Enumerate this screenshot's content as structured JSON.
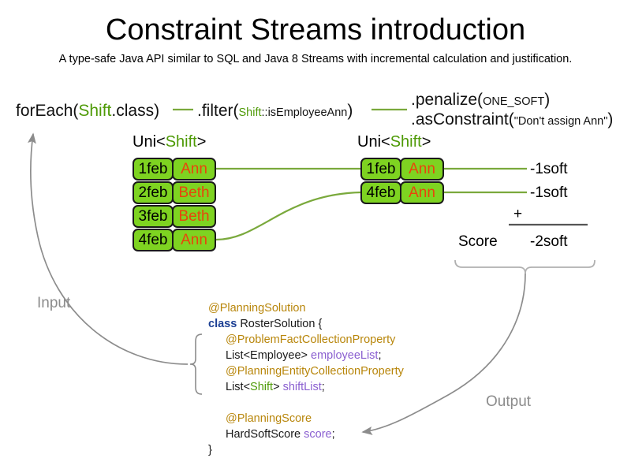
{
  "header": {
    "title": "Constraint Streams introduction",
    "subtitle": "A type-safe Java API similar to SQL and Java 8 Streams with incremental calculation and justification."
  },
  "pipeline": {
    "foreach": {
      "prefix": "forEach(",
      "type": "Shift",
      "suffix": ".class)"
    },
    "filter": {
      "prefix": ".filter(",
      "arg": "Shift::isEmployeeAnn",
      "arg_type": "Shift",
      "arg_rest": "::isEmployeeAnn",
      "suffix": ")"
    },
    "penalize": {
      "prefix": ".penalize(",
      "arg": "ONE_SOFT",
      "suffix": ")"
    },
    "as_constraint": {
      "prefix": ".asConstraint(",
      "arg": "\"Don't assign Ann\"",
      "suffix": ")"
    }
  },
  "streams": {
    "left": {
      "header_prefix": "Uni<",
      "header_type": "Shift",
      "header_suffix": ">",
      "rows": [
        {
          "date": "1feb",
          "employee": "Ann"
        },
        {
          "date": "2feb",
          "employee": "Beth"
        },
        {
          "date": "3feb",
          "employee": "Beth"
        },
        {
          "date": "4feb",
          "employee": "Ann"
        }
      ]
    },
    "right": {
      "header_prefix": "Uni<",
      "header_type": "Shift",
      "header_suffix": ">",
      "rows": [
        {
          "date": "1feb",
          "employee": "Ann",
          "score": "-1soft"
        },
        {
          "date": "4feb",
          "employee": "Ann",
          "score": "-1soft"
        }
      ]
    }
  },
  "score_summary": {
    "plus": "+",
    "label": "Score",
    "total": "-2soft"
  },
  "io": {
    "input_label": "Input",
    "output_label": "Output"
  },
  "code": {
    "lines": [
      {
        "indent": 0,
        "parts": [
          {
            "t": "@PlanningSolution",
            "c": "ann"
          }
        ]
      },
      {
        "indent": 0,
        "parts": [
          {
            "t": "class",
            "c": "kw"
          },
          {
            "t": " RosterSolution {",
            "c": ""
          }
        ]
      },
      {
        "indent": 1,
        "parts": [
          {
            "t": "@ProblemFactCollectionProperty",
            "c": "ann"
          }
        ]
      },
      {
        "indent": 1,
        "parts": [
          {
            "t": "List<Employee> ",
            "c": ""
          },
          {
            "t": "employeeList",
            "c": "fld"
          },
          {
            "t": ";",
            "c": ""
          }
        ]
      },
      {
        "indent": 1,
        "parts": [
          {
            "t": "@PlanningEntityCollectionProperty",
            "c": "ann"
          }
        ]
      },
      {
        "indent": 1,
        "parts": [
          {
            "t": "List<",
            "c": ""
          },
          {
            "t": "Shift",
            "c": "typ"
          },
          {
            "t": "> ",
            "c": ""
          },
          {
            "t": "shiftList",
            "c": "fld"
          },
          {
            "t": ";",
            "c": ""
          }
        ]
      },
      {
        "indent": 0,
        "parts": [
          {
            "t": " ",
            "c": ""
          }
        ]
      },
      {
        "indent": 1,
        "parts": [
          {
            "t": "@PlanningScore",
            "c": "ann"
          }
        ]
      },
      {
        "indent": 1,
        "parts": [
          {
            "t": "HardSoftScore ",
            "c": ""
          },
          {
            "t": "score",
            "c": "fld"
          },
          {
            "t": ";",
            "c": ""
          }
        ]
      },
      {
        "indent": 0,
        "parts": [
          {
            "t": "}",
            "c": ""
          }
        ]
      }
    ]
  },
  "colors": {
    "box_fill": "#7ed321",
    "box_border": "#1a1a1a",
    "employee_text": "#e8450c",
    "connector_green": "#7aa93c",
    "type_green": "#4e9a06",
    "annotation_gold": "#b8860b",
    "keyword_blue": "#1c3f94",
    "field_purple": "#8a5fd0",
    "arrow_gray": "#8c8c8c"
  }
}
